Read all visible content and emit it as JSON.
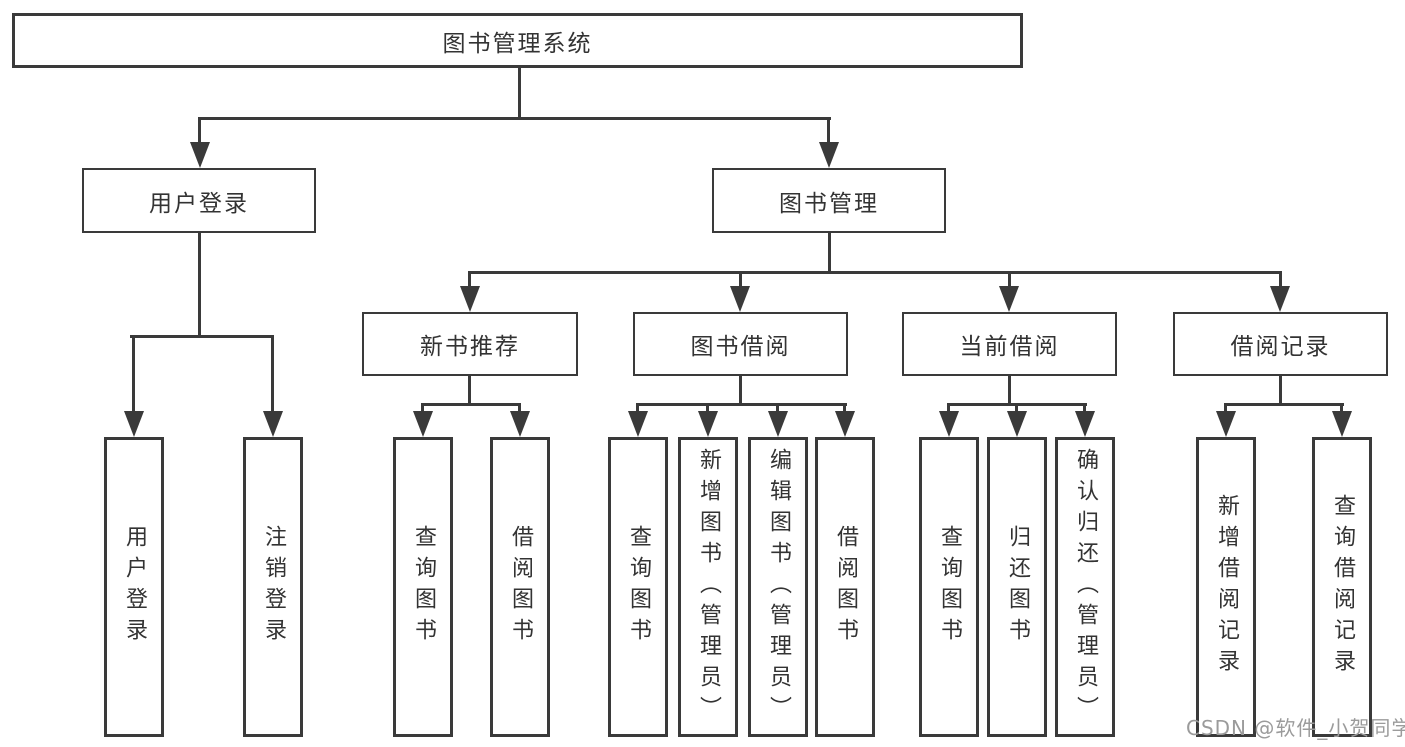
{
  "tree": {
    "label": "图书管理系统",
    "children": [
      {
        "label": "用户登录",
        "children": [
          {
            "label": "用户登录"
          },
          {
            "label": "注销登录"
          }
        ]
      },
      {
        "label": "图书管理",
        "children": [
          {
            "label": "新书推荐",
            "children": [
              {
                "label": "查询图书"
              },
              {
                "label": "借阅图书"
              }
            ]
          },
          {
            "label": "图书借阅",
            "children": [
              {
                "label": "查询图书"
              },
              {
                "label": "新增图书（管理员）"
              },
              {
                "label": "编辑图书（管理员）"
              },
              {
                "label": "借阅图书"
              }
            ]
          },
          {
            "label": "当前借阅",
            "children": [
              {
                "label": "查询图书"
              },
              {
                "label": "归还图书"
              },
              {
                "label": "确认归还（管理员）"
              }
            ]
          },
          {
            "label": "借阅记录",
            "children": [
              {
                "label": "新增借阅记录"
              },
              {
                "label": "查询借阅记录"
              }
            ]
          }
        ]
      }
    ]
  },
  "watermark": {
    "text": "CSDN @软件_小贺同学"
  },
  "colors": {
    "line": "#3a3a3a",
    "text": "#333333",
    "background": "#ffffff",
    "watermark": "#9b9b9b"
  }
}
